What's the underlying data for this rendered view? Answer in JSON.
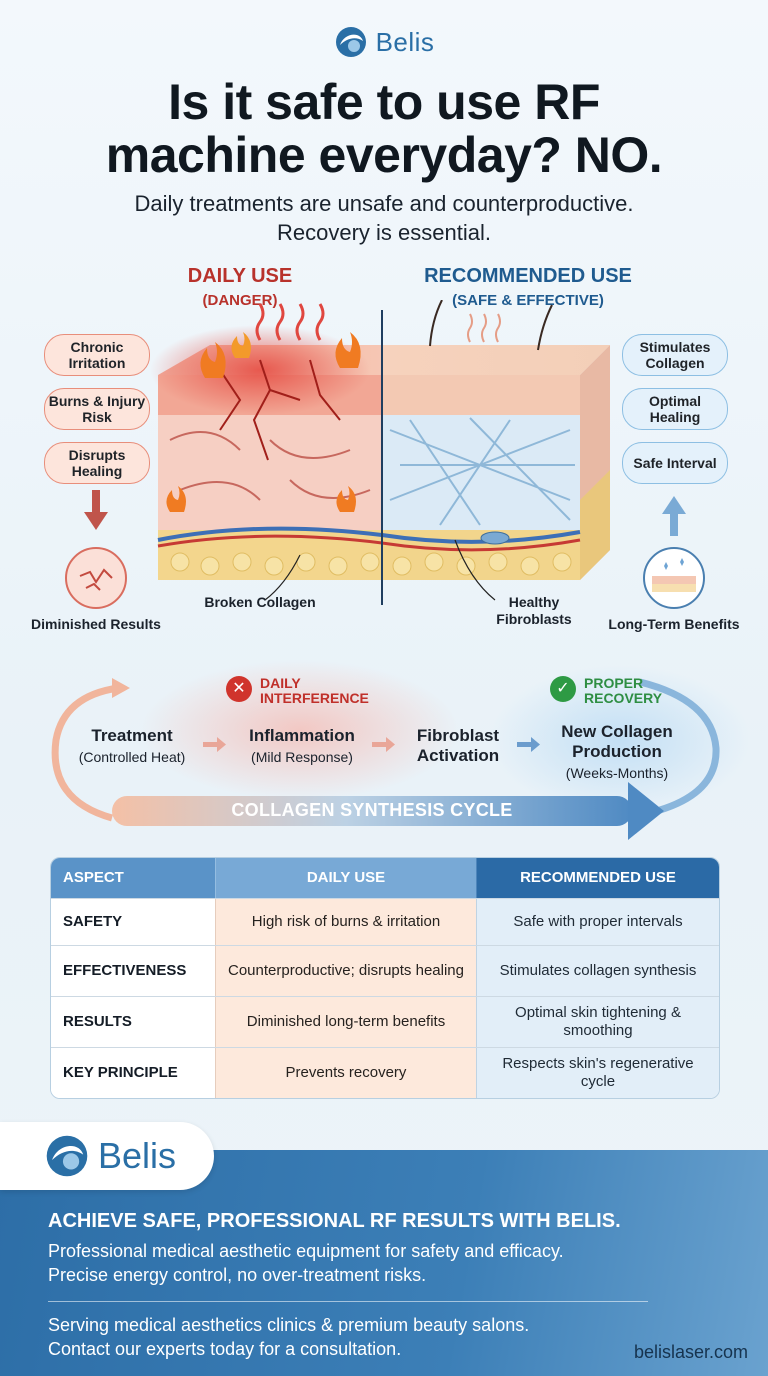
{
  "brand": {
    "name": "Belis",
    "website": "belislaser.com"
  },
  "header": {
    "title_line1": "Is it safe to use RF",
    "title_line2": "machine everyday? NO.",
    "subtitle_line1": "Daily treatments are unsafe and counterproductive.",
    "subtitle_line2": "Recovery is essential."
  },
  "diagram": {
    "left_heading": "DAILY USE",
    "left_sub": "(DANGER)",
    "right_heading": "RECOMMENDED USE",
    "right_sub": "(SAFE & EFFECTIVE)",
    "left_pills": [
      "Chronic Irritation",
      "Burns & Injury Risk",
      "Disrupts Healing"
    ],
    "right_pills": [
      "Stimulates Collagen",
      "Optimal Healing",
      "Safe Interval"
    ],
    "left_outcome": "Diminished Results",
    "right_outcome": "Long-Term Benefits",
    "broken_label": "Broken Collagen",
    "healthy_label": "Healthy Fibroblasts"
  },
  "cycle": {
    "interference_label": "DAILY INTERFERENCE",
    "recovery_label": "PROPER RECOVERY",
    "steps": [
      {
        "main": "Treatment",
        "sub": "(Controlled Heat)"
      },
      {
        "main": "Inflammation",
        "sub": "(Mild Response)"
      },
      {
        "main": "Fibroblast Activation",
        "sub": ""
      },
      {
        "main": "New Collagen Production",
        "sub": "(Weeks-Months)"
      }
    ],
    "bar_label": "COLLAGEN SYNTHESIS CYCLE"
  },
  "table": {
    "headers": [
      "ASPECT",
      "DAILY USE",
      "RECOMMENDED USE"
    ],
    "rows": [
      [
        "SAFETY",
        "High risk of burns & irritation",
        "Safe with proper intervals"
      ],
      [
        "EFFECTIVENESS",
        "Counterproductive; disrupts healing",
        "Stimulates collagen synthesis"
      ],
      [
        "RESULTS",
        "Diminished long-term benefits",
        "Optimal skin tightening & smoothing"
      ],
      [
        "KEY PRINCIPLE",
        "Prevents recovery",
        "Respects skin's regenerative cycle"
      ]
    ]
  },
  "footer": {
    "headline": "ACHIEVE SAFE, PROFESSIONAL RF RESULTS WITH BELIS.",
    "line1": "Professional medical aesthetic equipment for safety and efficacy.",
    "line2": "Precise energy control, no over-treatment risks.",
    "line3": "Serving medical aesthetics clinics & premium beauty salons.",
    "line4": "Contact our experts today for a consultation."
  },
  "colors": {
    "danger": "#c9302c",
    "safe": "#2a6fa6",
    "recovery_green": "#2e9a44"
  },
  "icons": [
    "belis-logo-icon",
    "fire-icon",
    "heat-wave-icon",
    "x-circle-icon",
    "check-circle-icon",
    "arrow-down-icon",
    "arrow-up-icon"
  ]
}
